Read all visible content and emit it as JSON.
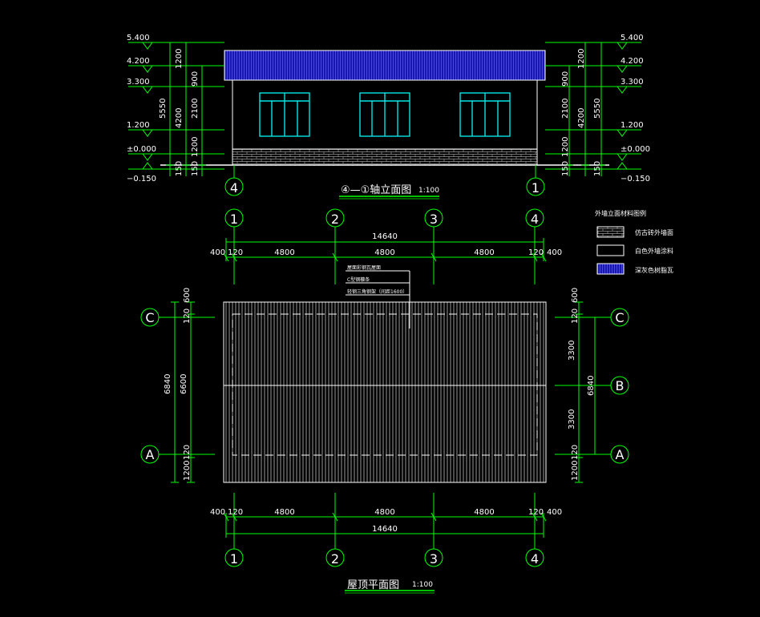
{
  "colors": {
    "background": "#000000",
    "dimension": "#00ff00",
    "outline": "#ffffff",
    "window": "#00e5e5",
    "roof_tile": "#2020c8",
    "text": "#ffffff"
  },
  "elevation": {
    "title": "④—①轴立面图",
    "scale": "1:100",
    "level_labels": [
      "5.400",
      "4.200",
      "3.300",
      "1.200",
      "±0.000",
      "−0.150"
    ],
    "dims_outer": [
      "1200",
      "5550",
      "150"
    ],
    "dims_mid": [
      "4200"
    ],
    "dims_inner": [
      "900",
      "2100",
      "1200",
      "150"
    ],
    "dims_inner_right": [
      "900",
      "2100",
      "1200",
      "150"
    ],
    "axis_left": "4",
    "axis_right": "1"
  },
  "roof_plan": {
    "title": "屋顶平面图",
    "scale": "1:100",
    "axes_x": [
      "1",
      "2",
      "3",
      "4"
    ],
    "axes_y_left": [
      "C",
      "A"
    ],
    "axes_y_right": [
      "C",
      "B",
      "A"
    ],
    "top_total": "14640",
    "top_dims": [
      "400",
      "120",
      "4800",
      "4800",
      "4800",
      "120",
      "400"
    ],
    "bottom_total": "14640",
    "bottom_dims": [
      "400",
      "120",
      "4800",
      "4800",
      "4800",
      "120",
      "400"
    ],
    "left_outer": "6840",
    "left_inner": "6600",
    "left_ticks": [
      "600",
      "120",
      "120",
      "1200"
    ],
    "right_outer": "6840",
    "right_inner": [
      "3300",
      "3300"
    ],
    "right_ticks": [
      "600",
      "120",
      "120",
      "1200"
    ],
    "callout": [
      "屋面彩钢瓦屋面",
      "C型钢檩条",
      "轻钢三角钢架（间距1600）"
    ]
  },
  "legend": {
    "title": "外墙立面材料图例",
    "items": [
      {
        "swatch": "brick",
        "label": "仿古砖外墙面"
      },
      {
        "swatch": "white",
        "label": "白色外墙涂料"
      },
      {
        "swatch": "tile",
        "label": "深灰色树脂瓦"
      }
    ]
  }
}
